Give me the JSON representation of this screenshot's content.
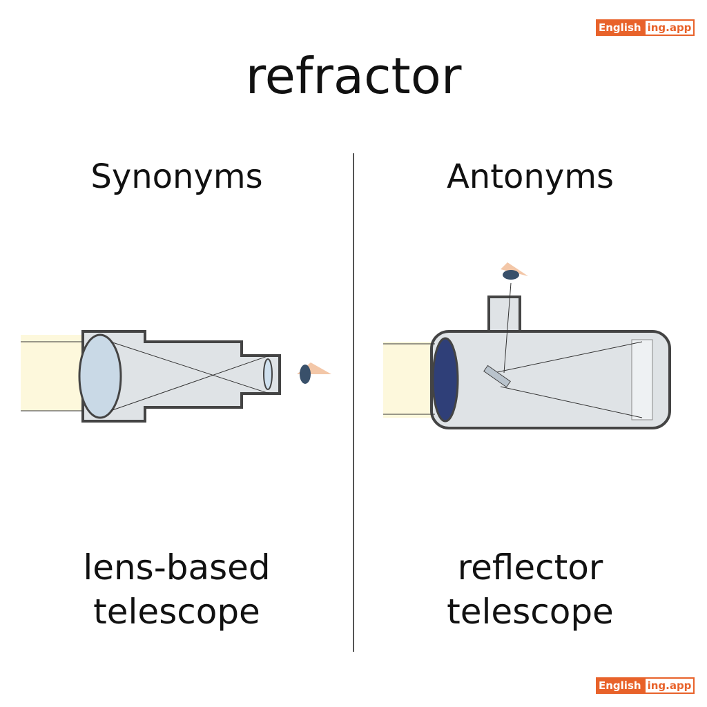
{
  "logo": {
    "part1": "English",
    "part2": "ing.app"
  },
  "title": "refractor",
  "synonyms": {
    "heading": "Synonyms",
    "word_line1": "lens-based",
    "word_line2": "telescope"
  },
  "antonyms": {
    "heading": "Antonyms",
    "word_line1": "reflector",
    "word_line2": "telescope"
  },
  "colors": {
    "brand": "#e8622a"
  }
}
